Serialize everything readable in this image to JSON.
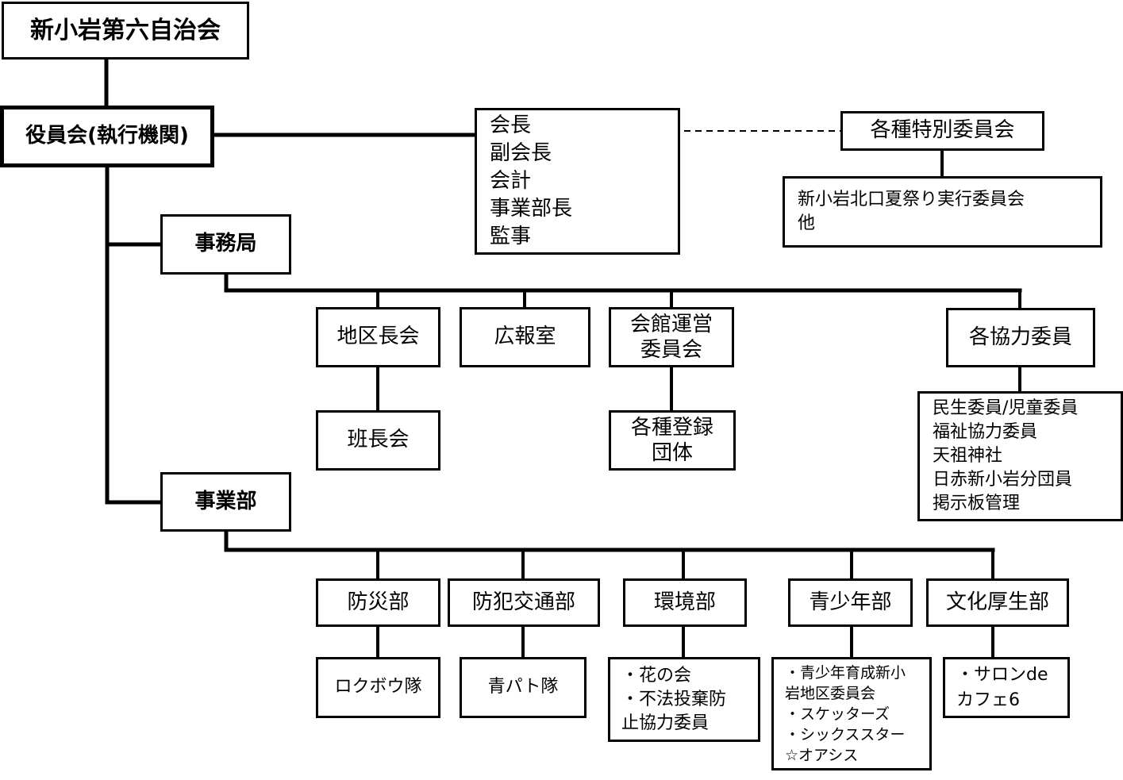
{
  "org": {
    "root": "新小岩第六自治会",
    "board": "役員会(執行機関)",
    "officers": [
      "会長",
      "副会長",
      "会計",
      "事業部長",
      "監事"
    ],
    "special_committees": {
      "title": "各種特別委員会",
      "items": [
        "新小岩北口夏祭り実行委員会",
        "他"
      ]
    },
    "secretariat": {
      "title": "事務局",
      "children": {
        "district_chiefs": {
          "title": "地区長会",
          "sub": "班長会"
        },
        "pr_office": {
          "title": "広報室"
        },
        "hall_committee": {
          "title_lines": [
            "会館運営",
            "委員会"
          ],
          "sub_lines": [
            "各種登録",
            "団体"
          ]
        },
        "cooperation": {
          "title": "各協力委員",
          "items": [
            "民生委員/児童委員",
            "福祉協力委員",
            "天祖神社",
            "日赤新小岩分団員",
            "掲示板管理"
          ]
        }
      }
    },
    "business": {
      "title": "事業部",
      "children": {
        "disaster": {
          "title": "防災部",
          "sub": "ロクボウ隊"
        },
        "crime_traffic": {
          "title": "防犯交通部",
          "sub": "青パト隊"
        },
        "environment": {
          "title": "環境部",
          "sub_lines": [
            "・花の会",
            "・不法投棄防",
            "止協力委員"
          ]
        },
        "youth": {
          "title": "青少年部",
          "sub_lines": [
            "・青少年育成新小",
            "岩地区委員会",
            "・スケッターズ",
            "・シックススター",
            "☆オアシス"
          ]
        },
        "culture": {
          "title": "文化厚生部",
          "sub_lines": [
            "・サロンde",
            "カフェ6"
          ]
        }
      }
    }
  }
}
